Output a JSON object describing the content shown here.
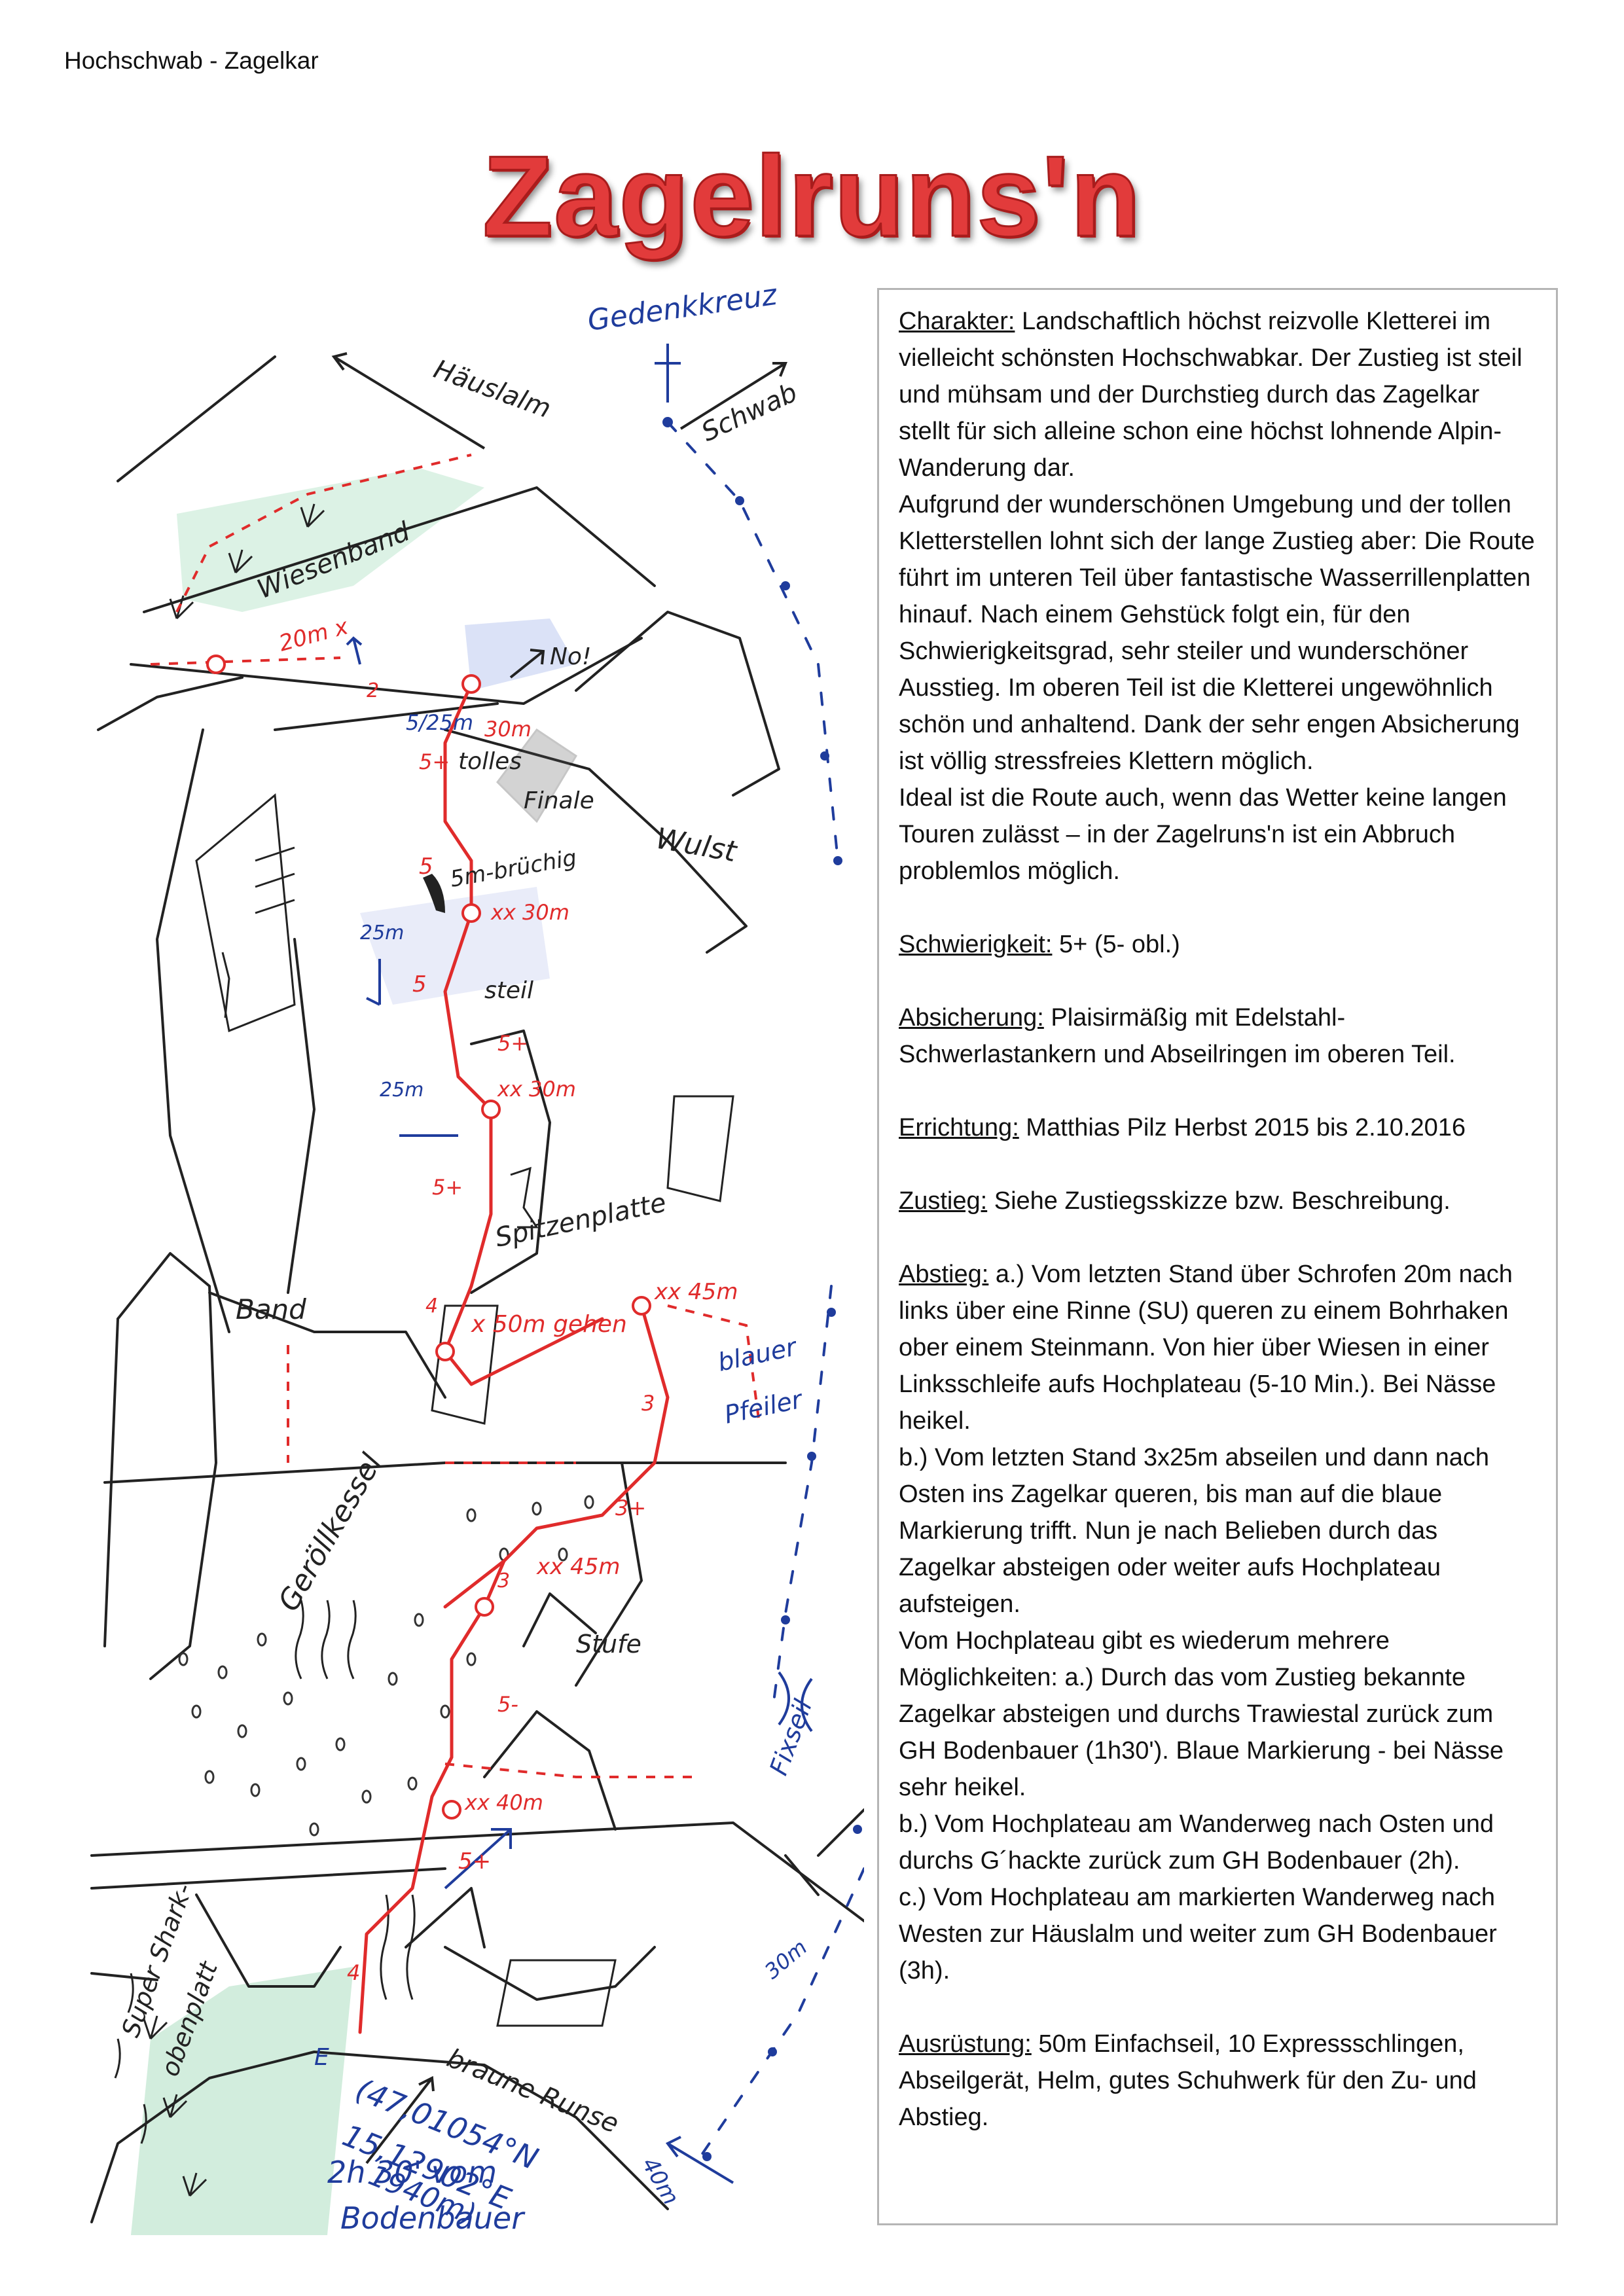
{
  "header": "Hochschwab - Zagelkar",
  "title": "Zagelruns'n",
  "sketch": {
    "gedenkkreuz": "Gedenkkreuz",
    "haeuslalm": "Häuslalm",
    "schwab": "Schwab",
    "wiesenband": "Wiesenband",
    "m20": "20m x",
    "no": "No!",
    "p2": "2",
    "p25": "5/25m",
    "p30a": "30m",
    "tolles": "tolles",
    "finale": "Finale",
    "g5plus1": "5+",
    "g5a": "5",
    "m5bruechig": "5m-brüchig",
    "wulst": "Wulst",
    "m25a": "25m",
    "m30b": "xx 30m",
    "g5b": "5",
    "steil": "steil",
    "g5plus2": "5+",
    "m25b": "25m",
    "m30c": "xx 30m",
    "spitzenplatte": "Spitzenplatte",
    "g5plus3": "5+",
    "g4a": "4",
    "band": "Band",
    "m50": "x 50m gehen",
    "m45a": "xx 45m",
    "blauer": "blauer",
    "pfeiler": "Pfeiler",
    "g3a": "3",
    "geroellkessel": "Geröllkessel",
    "g3plus": "3+",
    "m45b": "xx 45m",
    "g3b": "3",
    "stufe": "Stufe",
    "g5minus": "5-",
    "m40": "xx 40m",
    "fixseil": "Fixseil",
    "g5plus4": "5+",
    "supersharkoben": "Super Shark-",
    "obenplatt": "obenplatt",
    "g4b": "4",
    "e": "E",
    "braune": "braune Runse",
    "m40b": "40m",
    "m30d": "30m",
    "coord1": "(47,01054°N",
    "coord2": "15,12902°E",
    "coord3": "1940m)",
    "time1": "2h 30' vom",
    "time2": "Bodenbauer"
  },
  "info": {
    "charakter_label": "Charakter:",
    "charakter_1": " Landschaftlich höchst reizvolle Kletterei im vielleicht schönsten Hochschwabkar. Der Zustieg ist steil und mühsam und der Durchstieg durch das Zagelkar stellt für sich alleine schon eine höchst lohnende Alpin-Wanderung dar.",
    "charakter_2": "Aufgrund der wunderschönen Umgebung und der tollen Kletterstellen lohnt sich der lange Zustieg aber: Die Route führt im unteren Teil über fantastische Wasserrillenplatten hinauf. Nach einem Gehstück folgt ein, für den Schwierigkeitsgrad, sehr steiler und wunderschöner Ausstieg. Im oberen Teil ist die Kletterei ungewöhnlich schön und anhaltend. Dank der sehr engen Absicherung ist völlig stressfreies Klettern möglich.",
    "charakter_3": "Ideal ist die Route auch, wenn das Wetter keine langen Touren zulässt – in der Zagelruns'n ist ein Abbruch problemlos möglich.",
    "schwierigkeit_label": "Schwierigkeit:",
    "schwierigkeit": " 5+ (5- obl.)",
    "absicherung_label": "Absicherung:",
    "absicherung": " Plaisirmäßig mit Edelstahl-Schwerlastankern und Abseilringen im oberen Teil.",
    "errichtung_label": "Errichtung:",
    "errichtung": " Matthias Pilz Herbst 2015 bis 2.10.2016",
    "zustieg_label": "Zustieg:",
    "zustieg": " Siehe Zustiegsskizze bzw. Beschreibung.",
    "abstieg_label": "Abstieg:",
    "abstieg_a": " a.) Vom letzten Stand über Schrofen 20m nach links über eine Rinne (SU) queren zu einem Bohrhaken ober einem Steinmann. Von hier über Wiesen in einer Linksschleife aufs Hochplateau (5-10 Min.). Bei Nässe heikel.",
    "abstieg_b": "b.) Vom letzten Stand 3x25m abseilen und dann nach Osten ins Zagelkar queren, bis man auf die blaue Markierung trifft. Nun je nach Belieben durch das Zagelkar absteigen oder weiter aufs Hochplateau aufsteigen.",
    "abstieg_c": "Vom Hochplateau gibt es wiederum mehrere Möglichkeiten: a.) Durch das vom Zustieg bekannte Zagelkar absteigen und durchs Trawiestal zurück zum GH Bodenbauer (1h30'). Blaue Markierung - bei Nässe sehr heikel.",
    "abstieg_d": "b.) Vom Hochplateau am Wanderweg nach Osten und durchs G´hackte zurück zum GH Bodenbauer (2h).",
    "abstieg_e": "c.) Vom Hochplateau am markierten Wanderweg nach Westen zur Häuslalm und weiter zum GH Bodenbauer (3h).",
    "ausruestung_label": "Ausrüstung:",
    "ausruestung": " 50m Einfachseil, 10 Expressschlingen, Abseilgerät, Helm, gutes Schuhwerk für den Zu- und Abstieg."
  },
  "colors": {
    "route": "#e02b2b",
    "blue": "#1f3c9c",
    "ink": "#222222",
    "green": "#9fd9b5"
  }
}
